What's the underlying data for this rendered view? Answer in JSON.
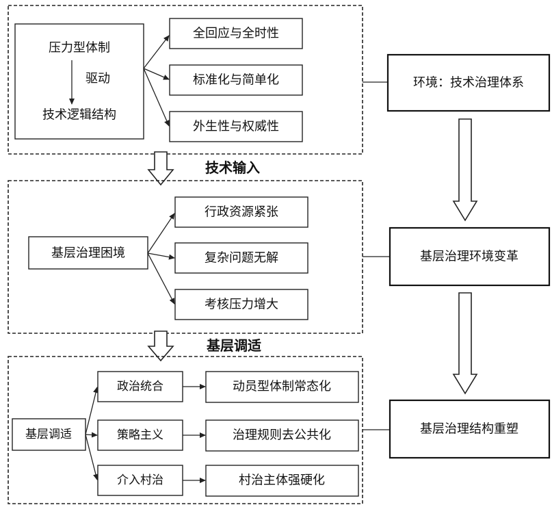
{
  "top_section": {
    "source": {
      "top": "压力型体制",
      "drive_label": "驱动",
      "bottom": "技术逻辑结构"
    },
    "outcomes": [
      "全回应与全时性",
      "标准化与简单化",
      "外生性与权威性"
    ]
  },
  "transition_1": "技术输入",
  "middle_section": {
    "source": "基层治理困境",
    "outcomes": [
      "行政资源紧张",
      "复杂问题无解",
      "考核压力增大"
    ]
  },
  "transition_2": "基层调适",
  "bottom_section": {
    "source": "基层调适",
    "strategies": [
      "政治统合",
      "策略主义",
      "介入村治"
    ],
    "results": [
      "动员型体制常态化",
      "治理规则去公共化",
      "村治主体强硬化"
    ]
  },
  "side_column": [
    "环境：技术治理体系",
    "基层治理环境变革",
    "基层治理结构重塑"
  ]
}
